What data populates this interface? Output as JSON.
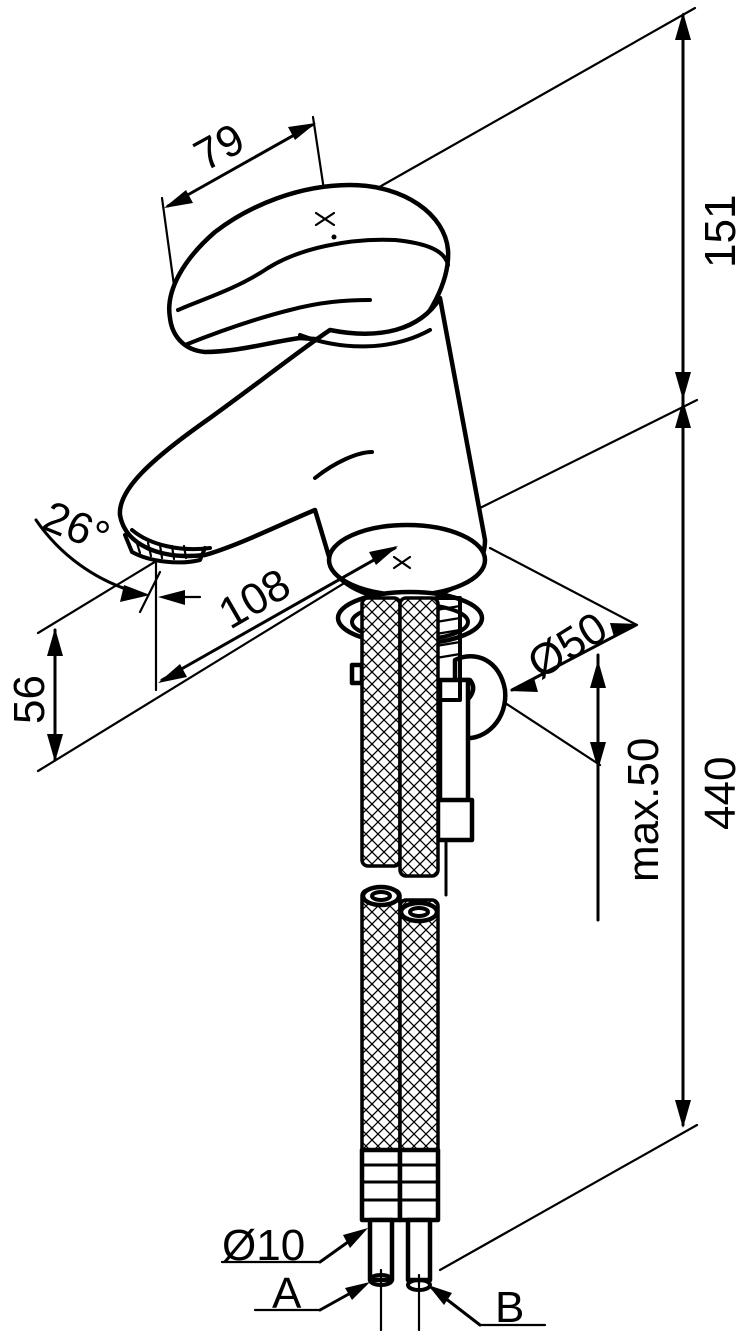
{
  "dimensions": {
    "lever_width": "79",
    "lever_height": "151",
    "total_height": "440",
    "spout_angle": "26°",
    "spout_reach": "108",
    "spout_height": "56",
    "base_diameter": "Ø50",
    "max_thickness": "max.50",
    "hose_diameter": "Ø10"
  },
  "connections": {
    "a": "A",
    "b": "B"
  }
}
